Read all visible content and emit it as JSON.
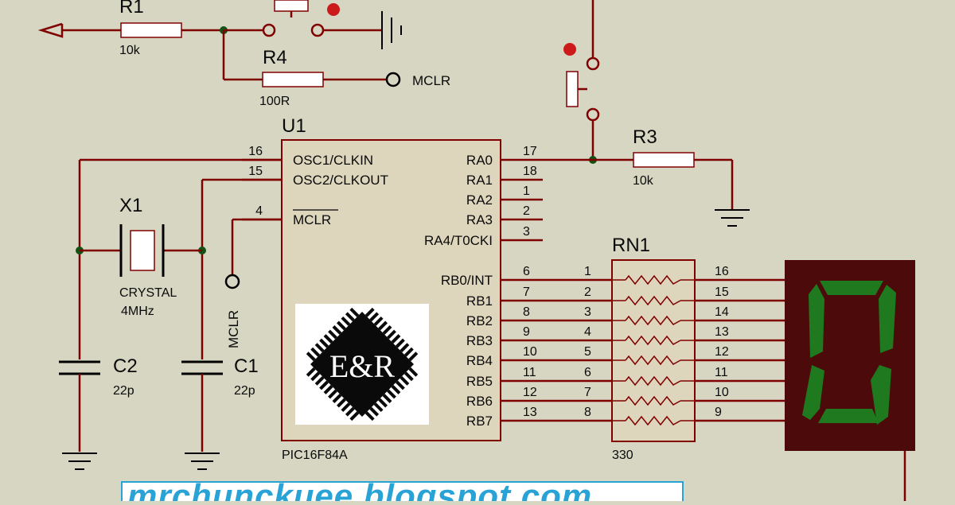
{
  "schematic": {
    "u1": {
      "ref": "U1",
      "part": "PIC16F84A",
      "left_pins": [
        {
          "num": "16",
          "name": "OSC1/CLKIN"
        },
        {
          "num": "15",
          "name": "OSC2/CLKOUT"
        },
        {
          "num": "4",
          "name": "MCLR"
        }
      ],
      "right_pins": [
        {
          "num": "17",
          "name": "RA0"
        },
        {
          "num": "18",
          "name": "RA1"
        },
        {
          "num": "1",
          "name": "RA2"
        },
        {
          "num": "2",
          "name": "RA3"
        },
        {
          "num": "3",
          "name": "RA4/T0CKI"
        },
        {
          "num": "6",
          "name": "RB0/INT"
        },
        {
          "num": "7",
          "name": "RB1"
        },
        {
          "num": "8",
          "name": "RB2"
        },
        {
          "num": "9",
          "name": "RB3"
        },
        {
          "num": "10",
          "name": "RB4"
        },
        {
          "num": "11",
          "name": "RB5"
        },
        {
          "num": "12",
          "name": "RB6"
        },
        {
          "num": "13",
          "name": "RB7"
        }
      ],
      "logo_text": "E&R"
    },
    "rn1": {
      "ref": "RN1",
      "value": "330",
      "left_pins": [
        "1",
        "2",
        "3",
        "4",
        "5",
        "6",
        "7",
        "8"
      ],
      "right_pins": [
        "16",
        "15",
        "14",
        "13",
        "12",
        "11",
        "10",
        "9"
      ]
    },
    "r1": {
      "ref": "R1",
      "value": "10k"
    },
    "r3": {
      "ref": "R3",
      "value": "10k"
    },
    "r4": {
      "ref": "R4",
      "value": "100R"
    },
    "x1": {
      "ref": "X1",
      "type": "CRYSTAL",
      "value": "4MHz"
    },
    "c1": {
      "ref": "C1",
      "value": "22p"
    },
    "c2": {
      "ref": "C2",
      "value": "22p"
    },
    "mclr_terminal_top": "MCLR",
    "mclr_terminal_left": "MCLR",
    "display": {
      "digit": "0",
      "lit_segments": [
        "a",
        "b",
        "c",
        "d",
        "e",
        "f"
      ],
      "segment_color": "#1f7a1f",
      "case_color": "#4d0a0a"
    },
    "wire_color": "#800000",
    "background_color": "#d6d6c2"
  },
  "banner": {
    "text": "mrchunckuee.blogspot.com",
    "color": "#29a3d6"
  }
}
